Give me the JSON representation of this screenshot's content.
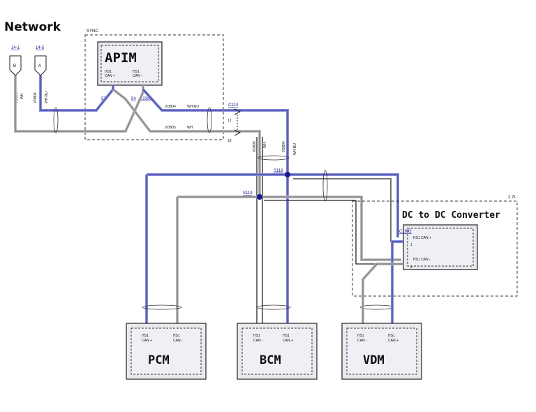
{
  "title": "Network",
  "connectors": {
    "b": {
      "ref": "14-1",
      "letter": "B",
      "circuit": "VDB05",
      "color": "WH"
    },
    "a": {
      "ref": "14-5",
      "letter": "A",
      "circuit": "VDB04",
      "color": "WH-BU"
    }
  },
  "sync": {
    "label": "SYNC",
    "module": "APIM",
    "pin_left": "HS1\nCAN +",
    "pin_right": "HS1\nCAN -",
    "pin_num_left": "53",
    "pin_num_right": "54",
    "connector": "C2383"
  },
  "wires": {
    "top_blue": {
      "circuit": "VDB04",
      "color": "WH-BU"
    },
    "top_gray": {
      "circuit": "VDB05",
      "color": "WH"
    },
    "c210": "C210",
    "c210_pin_top": "12",
    "c210_pin_bottom": "13",
    "vert_left": {
      "circuit": "VDB05",
      "color": "WH"
    },
    "vert_right": {
      "circuit": "VDB04",
      "color": "WH-BU"
    },
    "s118": "S118",
    "s119": "S119"
  },
  "dcdc": {
    "title": "DC to DC Converter",
    "corner": "2.7L",
    "connector": "C1892",
    "pin1": "1",
    "pin2": "4",
    "can_plus": "HS1 CAN +",
    "can_minus": "HS1 CAN -"
  },
  "modules": {
    "pcm": {
      "name": "PCM",
      "left": "HS1\nCAN +",
      "right": "HS1\nCAN -"
    },
    "bcm": {
      "name": "BCM",
      "left": "HS1\nCAN -",
      "right": "HS1\nCAN +"
    },
    "vdm": {
      "name": "VDM",
      "left": "HS1\nCAN -",
      "right": "HS1\nCAN +"
    }
  }
}
